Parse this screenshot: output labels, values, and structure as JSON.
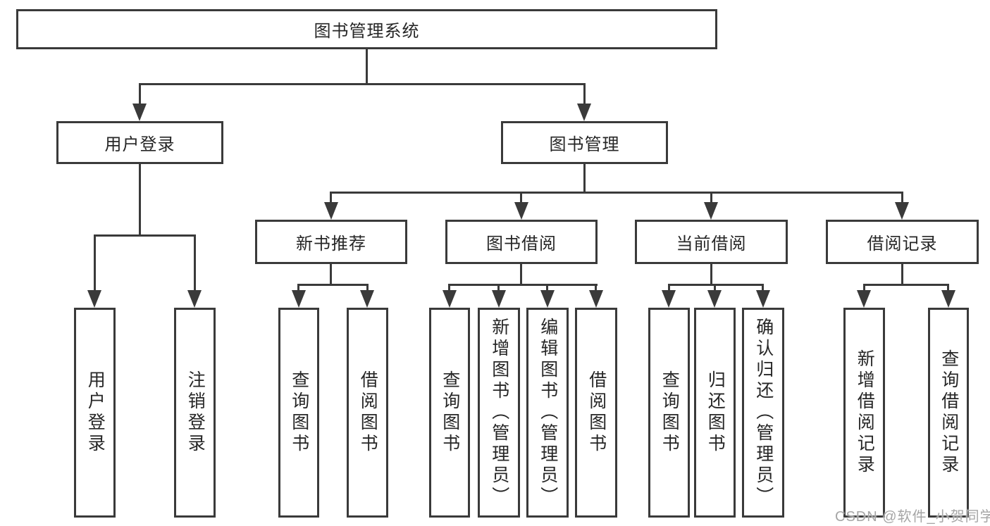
{
  "diagram": {
    "root_label": "图书管理系统",
    "branches": [
      {
        "label": "用户登录",
        "children": [
          {
            "label": "用户登录"
          },
          {
            "label": "注销登录"
          }
        ]
      },
      {
        "label": "图书管理",
        "children": [
          {
            "label": "新书推荐",
            "children": [
              {
                "label": "查询图书"
              },
              {
                "label": "借阅图书"
              }
            ]
          },
          {
            "label": "图书借阅",
            "children": [
              {
                "label": "查询图书"
              },
              {
                "label": "新增图书（管理员）"
              },
              {
                "label": "编辑图书（管理员）"
              },
              {
                "label": "借阅图书"
              }
            ]
          },
          {
            "label": "当前借阅",
            "children": [
              {
                "label": "查询图书"
              },
              {
                "label": "归还图书"
              },
              {
                "label": "确认归还（管理员）"
              }
            ]
          },
          {
            "label": "借阅记录",
            "children": [
              {
                "label": "新增借阅记录"
              },
              {
                "label": "查询借阅记录"
              }
            ]
          }
        ]
      }
    ],
    "watermark": "CSDN @软件_小贺同学",
    "colors": {
      "line": "#3a3a3a",
      "text": "#262626",
      "watermark": "#a6a6a6"
    }
  }
}
